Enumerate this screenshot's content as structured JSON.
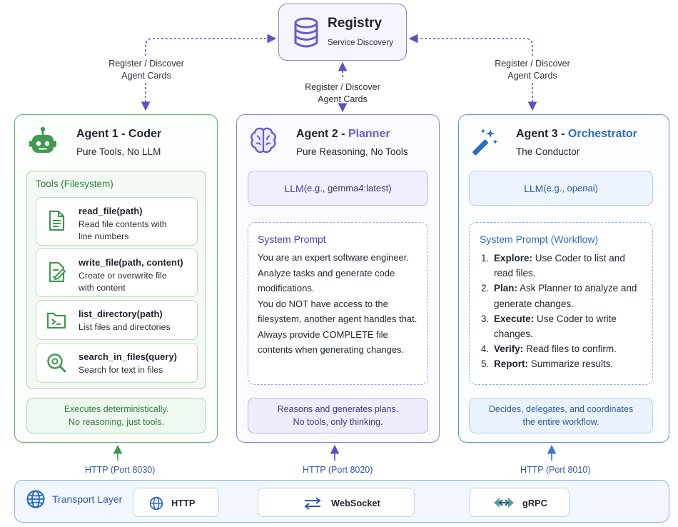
{
  "registry": {
    "title": "Registry",
    "subtitle": "Service Discovery"
  },
  "connections": {
    "left_label": [
      "Register / Discover",
      "Agent Cards"
    ],
    "middle_label": [
      "Register / Discover",
      "Agent Cards"
    ],
    "right_label": [
      "Register / Discover",
      "Agent Cards"
    ]
  },
  "agents": [
    {
      "title_prefix": "Agent 1 - Coder",
      "title_accent": "",
      "subtitle": "Pure Tools, No LLM",
      "icon": "robot-icon",
      "tools_title": "Tools (Filesystem)",
      "tools": [
        {
          "name": "read_file(path)",
          "desc": [
            "Read file contents with",
            "line numbers"
          ],
          "icon": "document-icon"
        },
        {
          "name": "write_file(path, content)",
          "desc": [
            "Create or overwrite file",
            "with content"
          ],
          "icon": "edit-document-icon"
        },
        {
          "name": "list_directory(path)",
          "desc": [
            "List files and directories"
          ],
          "icon": "folder-terminal-icon"
        },
        {
          "name": "search_in_files(query)",
          "desc": [
            "Search for text in files"
          ],
          "icon": "search-icon"
        }
      ],
      "footer": [
        "Executes deterministically.",
        "No reasoning, just tools."
      ],
      "port": "HTTP (Port 8030)"
    },
    {
      "title_prefix": "Agent 2 - ",
      "title_accent": "Planner",
      "subtitle": "Pure Reasoning, No Tools",
      "icon": "brain-icon",
      "llm": {
        "main": "LLM",
        "detail": " (e.g., gemma4:latest)"
      },
      "prompt_title": "System Prompt",
      "prompt_lines": [
        "You are an expert software engineer.",
        "Analyze tasks and generate code",
        "modifications.",
        "You do NOT have access to the",
        "filesystem, another agent handles that.",
        "Always provide COMPLETE file",
        "contents when generating changes."
      ],
      "footer": [
        "Reasons and generates plans.",
        "No tools, only thinking."
      ],
      "port": "HTTP (Port 8020)"
    },
    {
      "title_prefix": "Agent 3 - ",
      "title_accent": "Orchestrator",
      "subtitle": "The Conductor",
      "icon": "magic-wand-icon",
      "llm": {
        "main": "LLM",
        "detail": " (e.g., openai)"
      },
      "prompt_title": "System Prompt (Workflow)",
      "steps": [
        {
          "num": "1.",
          "key": "Explore:",
          "text": " Use Coder to list and",
          "cont": "read files."
        },
        {
          "num": "2.",
          "key": "Plan:",
          "text": " Ask Planner to analyze and",
          "cont": "generate changes."
        },
        {
          "num": "3.",
          "key": "Execute:",
          "text": " Use Coder to write",
          "cont": "changes."
        },
        {
          "num": "4.",
          "key": "Verify:",
          "text": " Read files to confirm.",
          "cont": ""
        },
        {
          "num": "5.",
          "key": "Report:",
          "text": " Summarize results.",
          "cont": ""
        }
      ],
      "footer": [
        "Decides, delegates, and coordinates",
        "the entire workflow."
      ],
      "port": "HTTP (Port 8010)"
    }
  ],
  "transport": {
    "title": "Transport Layer",
    "protocols": [
      {
        "label": "HTTP",
        "icon": "globe-icon"
      },
      {
        "label": "WebSocket",
        "icon": "bidirectional-arrows-icon"
      },
      {
        "label": "gRPC",
        "icon": "grpc-arrows-icon"
      }
    ]
  },
  "colors": {
    "green": "#2f7d3c",
    "purple": "#6a5acd",
    "blue": "#2b6cc4"
  }
}
